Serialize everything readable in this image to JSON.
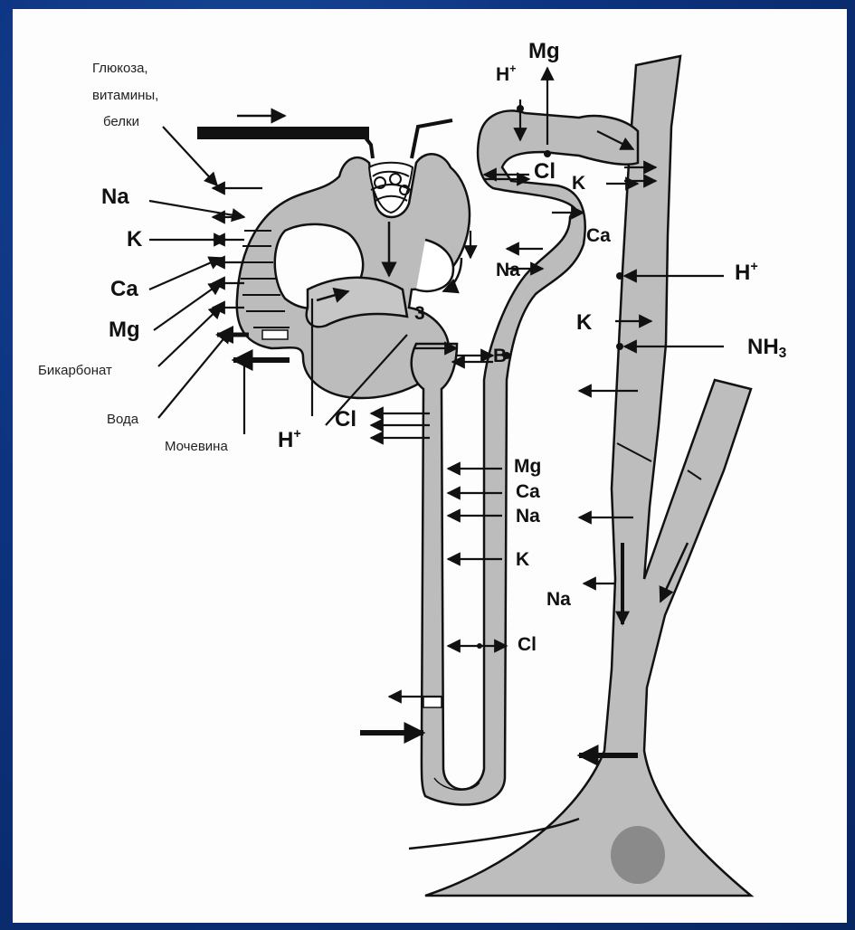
{
  "labels": {
    "glucose_line1": "Глюкоза,",
    "glucose_line2": "витамины,",
    "glucose_line3": "белки",
    "na_left": "Na",
    "k_left": "K",
    "ca_left": "Ca",
    "mg_left": "Mg",
    "bicarbonate": "Бикарбонат",
    "water": "Вода",
    "urea": "Мочевина",
    "h_bottom": "H",
    "h_bottom_sup": "+",
    "cl_middle": "Cl",
    "num3": "3",
    "b_label": "B",
    "na_middle": "Na",
    "mg_top": "Mg",
    "h_top": "H",
    "h_top_sup": "+",
    "cl_top": "Cl",
    "k_top": "K",
    "ca_top": "Ca",
    "h_right": "H",
    "h_right_sup": "+",
    "k_right": "K",
    "nh3_base": "NH",
    "nh3_sub": "3",
    "mg_loop": "Mg",
    "ca_loop": "Ca",
    "na_loop": "Na",
    "k_loop": "K",
    "na_duct": "Na",
    "cl_loop": "Cl"
  },
  "colors": {
    "tubule_fill": "#b9b9b9",
    "outline": "#111111",
    "background_frame": "#0b2c6e",
    "panel": "#fdfdfd"
  }
}
